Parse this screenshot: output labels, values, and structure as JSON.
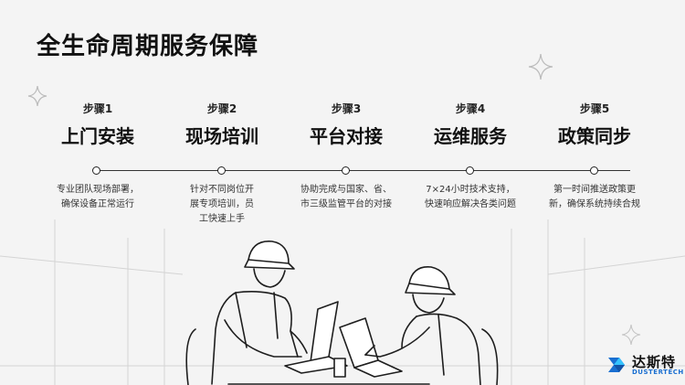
{
  "title": "全生命周期服务保障",
  "steps": [
    {
      "label": "步骤1",
      "name": "上门安装",
      "desc": [
        "专业团队现场部署，",
        "确保设备正常运行"
      ]
    },
    {
      "label": "步骤2",
      "name": "现场培训",
      "desc": [
        "针对不同岗位开",
        "展专项培训，员",
        "工快速上手"
      ]
    },
    {
      "label": "步骤3",
      "name": "平台对接",
      "desc": [
        "协助完成与国家、省、",
        "市三级监管平台的对接"
      ]
    },
    {
      "label": "步骤4",
      "name": "运维服务",
      "desc": [
        "7×24小时技术支持，",
        "快速响应解决各类问题"
      ]
    },
    {
      "label": "步骤5",
      "name": "政策同步",
      "desc": [
        "第一时间推送政策更",
        "新，确保系统持续合规"
      ]
    }
  ],
  "logo": {
    "name_cn": "达斯特",
    "name_en": "DUSTERTECH",
    "brand_color": "#1a6fd1"
  },
  "icons": {
    "decor": "sparkle-icon",
    "scene": "workers-illustration"
  }
}
